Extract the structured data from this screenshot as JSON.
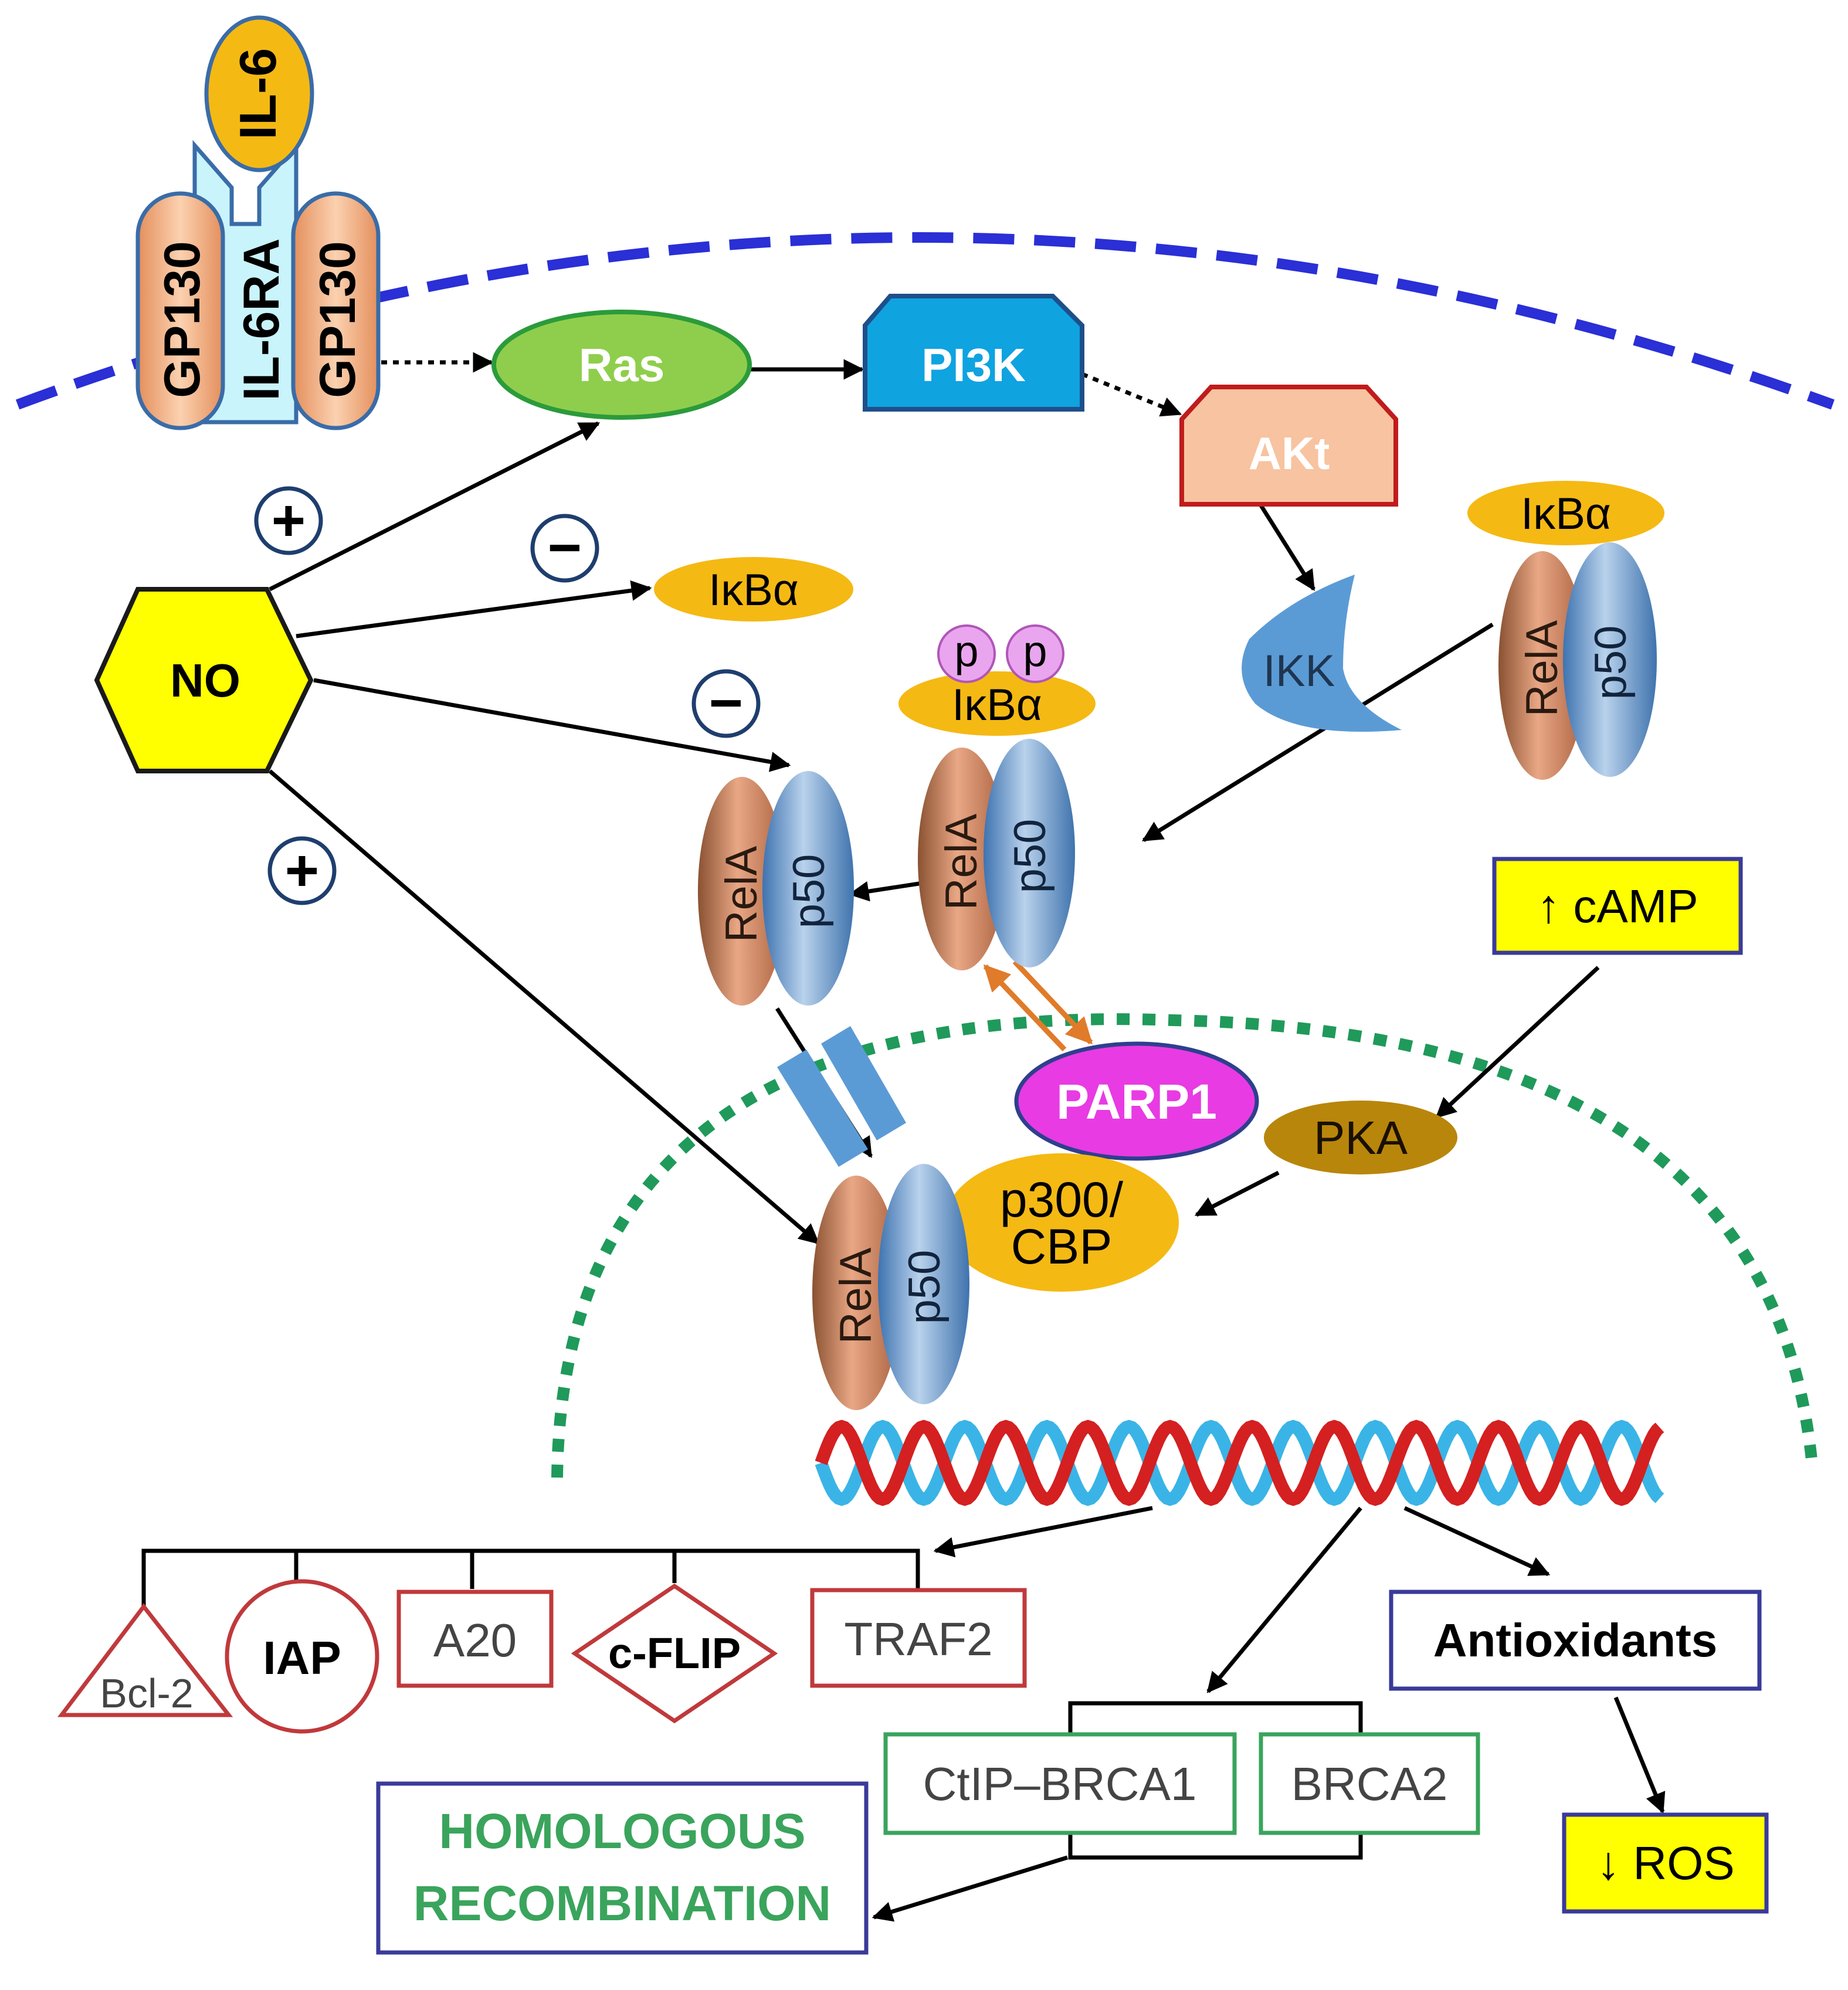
{
  "receptor": {
    "ligand": "IL-6",
    "gp130_left": "GP130",
    "il6ra": "IL-6RA",
    "gp130_right": "GP130"
  },
  "cytoplasm": {
    "ras": "Ras",
    "pi3k": "PI3K",
    "akt": "AKt",
    "ikk": "IKK",
    "no": "NO",
    "ikba_free": "IκBα",
    "ikba_top": "IκBα",
    "ikba_phos": "IκBα",
    "p_a": "p",
    "p_b": "p",
    "rela_top": "RelA",
    "p50_top": "p50",
    "rela_mid": "RelA",
    "p50_mid": "p50",
    "rela_free": "RelA",
    "p50_free": "p50",
    "camp": "↑ cAMP",
    "pka": "PKA",
    "parp1": "PARP1"
  },
  "signs": {
    "plus_top": "+",
    "minus_ikba": "−",
    "minus_rela": "−",
    "plus_bottom": "+"
  },
  "nucleus": {
    "p300_line1": "p300/",
    "p300_line2": "CBP",
    "rela_nuc": "RelA",
    "p50_nuc": "p50"
  },
  "targets": {
    "bcl2": "Bcl-2",
    "iap": "IAP",
    "a20": "A20",
    "cflip": "c-FLIP",
    "traf2": "TRAF2",
    "ctip_brca1": "CtIP–BRCA1",
    "brca2": "BRCA2",
    "antioxidants": "Antioxidants",
    "ros": "↓ ROS",
    "hr_line1": "HOMOLOGOUS",
    "hr_line2": "RECOMBINATION"
  },
  "colors": {
    "membrane": "#2a2fd6",
    "nuclear_envelope": "#1f9a5a",
    "no_fill": "#ffff00",
    "ras_fill": "#8fce4c",
    "pi3k_fill": "#0fa3e0",
    "akt_fill": "#f7c3a0",
    "ikba_fill": "#f5b914",
    "parp1_fill": "#e83be3",
    "pka_fill": "#b8860b",
    "apoptosis_red": "#c0393b",
    "hr_green": "#3aa45c",
    "box_blue": "#3a3a9a",
    "dna_red": "#d42020",
    "dna_blue": "#3ab4e6"
  }
}
